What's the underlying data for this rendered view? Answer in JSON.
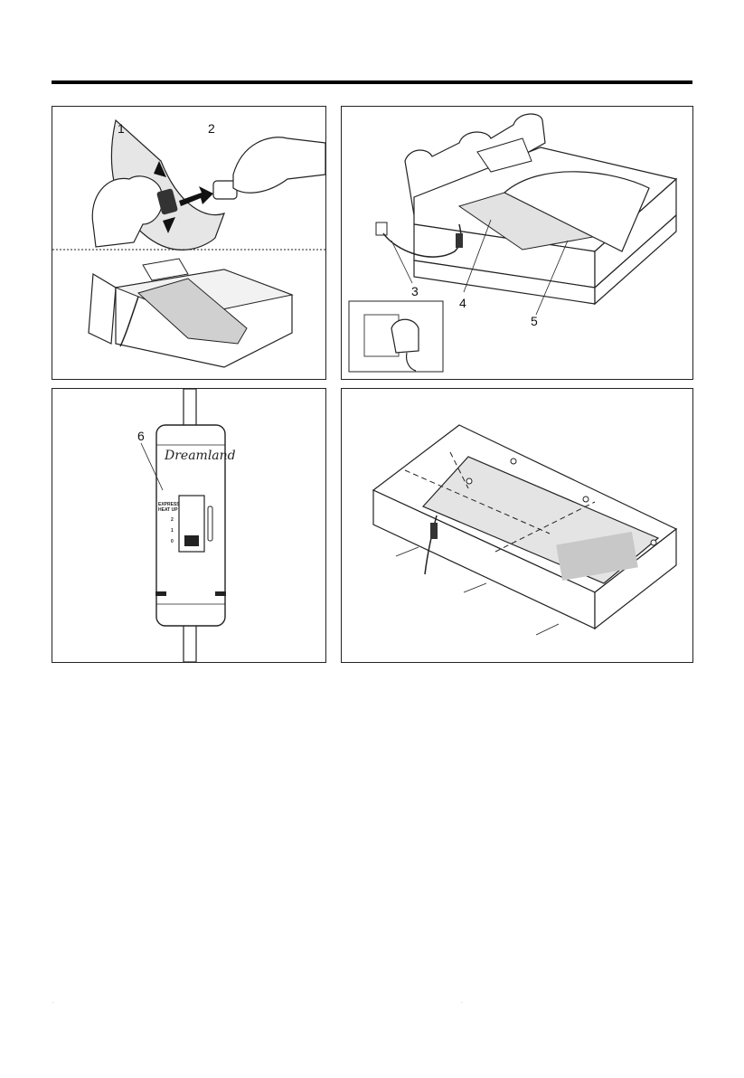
{
  "figures": {
    "fig1": {
      "callouts": [
        "1",
        "2"
      ]
    },
    "fig2": {
      "callouts": [
        "3",
        "4",
        "5"
      ]
    },
    "fig3": {
      "callouts": [
        "6"
      ],
      "brand": "Dreamland",
      "control_labels": [
        "EXPRESS",
        "HEAT UP",
        "2",
        "1",
        "0"
      ]
    },
    "fig4": {
      "callouts": []
    }
  },
  "footer_marks": [
    ".",
    "."
  ]
}
